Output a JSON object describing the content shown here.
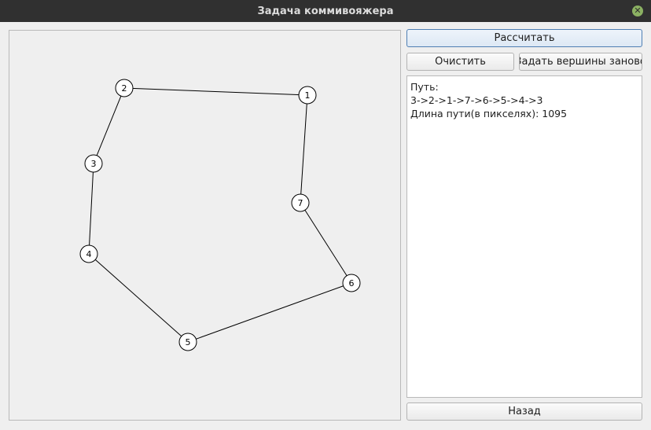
{
  "window": {
    "title": "Задача коммивояжера",
    "close_icon": "close-icon"
  },
  "buttons": {
    "calculate": "Рассчитать",
    "clear": "Очистить",
    "reset_vertices": "Задать вершины заново",
    "back": "Назад"
  },
  "output": {
    "line1": "Путь:",
    "line2": "3->2->1->7->6->5->4->3",
    "line3": "Длина пути(в пикселях): 1095"
  },
  "graph": {
    "vertices": [
      {
        "label": "1"
      },
      {
        "label": "2"
      },
      {
        "label": "3"
      },
      {
        "label": "4"
      },
      {
        "label": "5"
      },
      {
        "label": "6"
      },
      {
        "label": "7"
      }
    ],
    "path": [
      "3",
      "2",
      "1",
      "7",
      "6",
      "5",
      "4",
      "3"
    ]
  },
  "colors": {
    "titlebar": "#303030",
    "close": "#8bb162",
    "default_button_border": "#4f7fb3"
  }
}
